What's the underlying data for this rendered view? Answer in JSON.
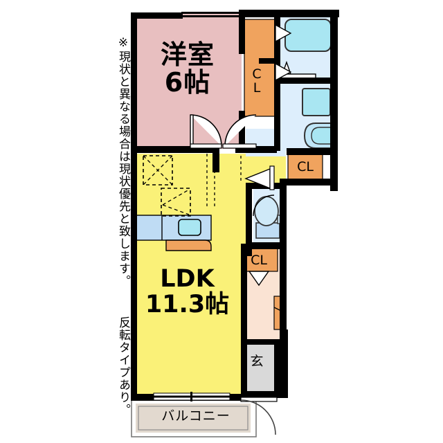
{
  "plan": {
    "type": "japanese-floor-plan",
    "note": "※現状と異なる場合は現状優先と致します。  反転タイプあり。",
    "rooms": [
      {
        "id": "bedroom",
        "label": "洋室\n6帖",
        "name": "洋室",
        "size": "6帖",
        "color": "#e8bfc0"
      },
      {
        "id": "ldk",
        "label": "LDK\n11.3帖",
        "name": "LDK",
        "size": "11.3帖",
        "color": "#faf178"
      },
      {
        "id": "closet-1",
        "label": "C\nL",
        "name": "CL",
        "color": "#f0a35e"
      },
      {
        "id": "closet-2",
        "label": "CL",
        "name": "CL",
        "color": "#f0a35e"
      },
      {
        "id": "closet-3",
        "label": "CL",
        "name": "CL",
        "color": "#f0a35e"
      },
      {
        "id": "genkan",
        "label": "玄",
        "name": "玄関",
        "color": "#d9d9d9"
      },
      {
        "id": "balcony",
        "label": "バルコニー",
        "name": "バルコニー",
        "color": "#e2d9cf"
      }
    ],
    "fixtures": [
      {
        "id": "bathtub",
        "name": "浴槽"
      },
      {
        "id": "toilet",
        "name": "トイレ"
      },
      {
        "id": "washbasin",
        "name": "洗面台"
      },
      {
        "id": "kitchen-sink",
        "name": "キッチン流し台"
      },
      {
        "id": "shoe-cabinet",
        "name": "下駄箱"
      },
      {
        "id": "refrigerator-space",
        "name": "冷蔵庫置場"
      },
      {
        "id": "washer-space",
        "name": "洗濯機置場"
      }
    ],
    "colors": {
      "wall": "#000000",
      "bedroom": "#e8bfc0",
      "ldk": "#faf178",
      "closet": "#f0a35e",
      "water_area": "#ddeefc",
      "fixture": "#a9e6f2",
      "genkan": "#d9d9d9",
      "hall": "#fae3d3",
      "balcony": "#e2d9cf",
      "text": "#000000"
    }
  }
}
